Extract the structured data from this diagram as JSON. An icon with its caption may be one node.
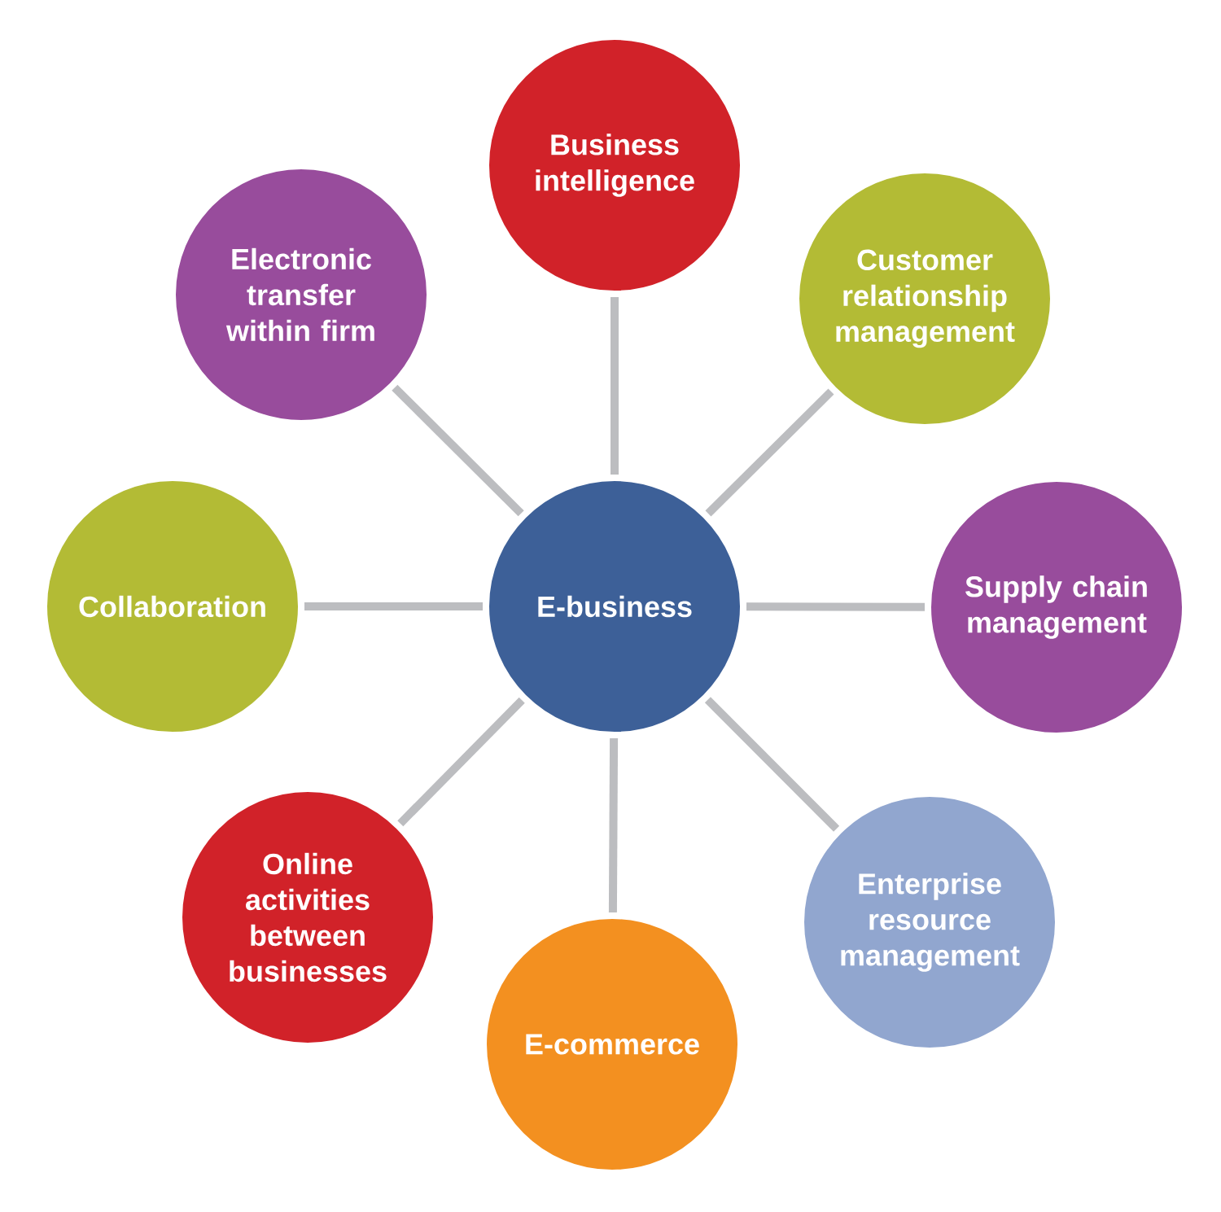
{
  "diagram": {
    "nodes": [
      {
        "text": [
          "E-business"
        ]
      },
      {
        "text": [
          "Business intelligence"
        ]
      },
      {
        "text": [
          "Customer relationship management"
        ]
      },
      {
        "text": [
          "Supply chain management"
        ]
      },
      {
        "text": [
          "Enterprise resource management"
        ]
      },
      {
        "text": [
          "E-commerce"
        ]
      },
      {
        "text": [
          "Online activities between businesses"
        ]
      },
      {
        "text": [
          "Collaboration"
        ]
      },
      {
        "text": [
          "Electronic transfer within firm"
        ]
      }
    ],
    "edges": [
      {
        "from": 0,
        "to": 1,
        "arrow": "none"
      },
      {
        "from": 0,
        "to": 2,
        "arrow": "none"
      },
      {
        "from": 0,
        "to": 3,
        "arrow": "none"
      },
      {
        "from": 0,
        "to": 4,
        "arrow": "none"
      },
      {
        "from": 0,
        "to": 5,
        "arrow": "none"
      },
      {
        "from": 0,
        "to": 6,
        "arrow": "none"
      },
      {
        "from": 0,
        "to": 7,
        "arrow": "none"
      },
      {
        "from": 0,
        "to": 8,
        "arrow": "none"
      }
    ]
  }
}
